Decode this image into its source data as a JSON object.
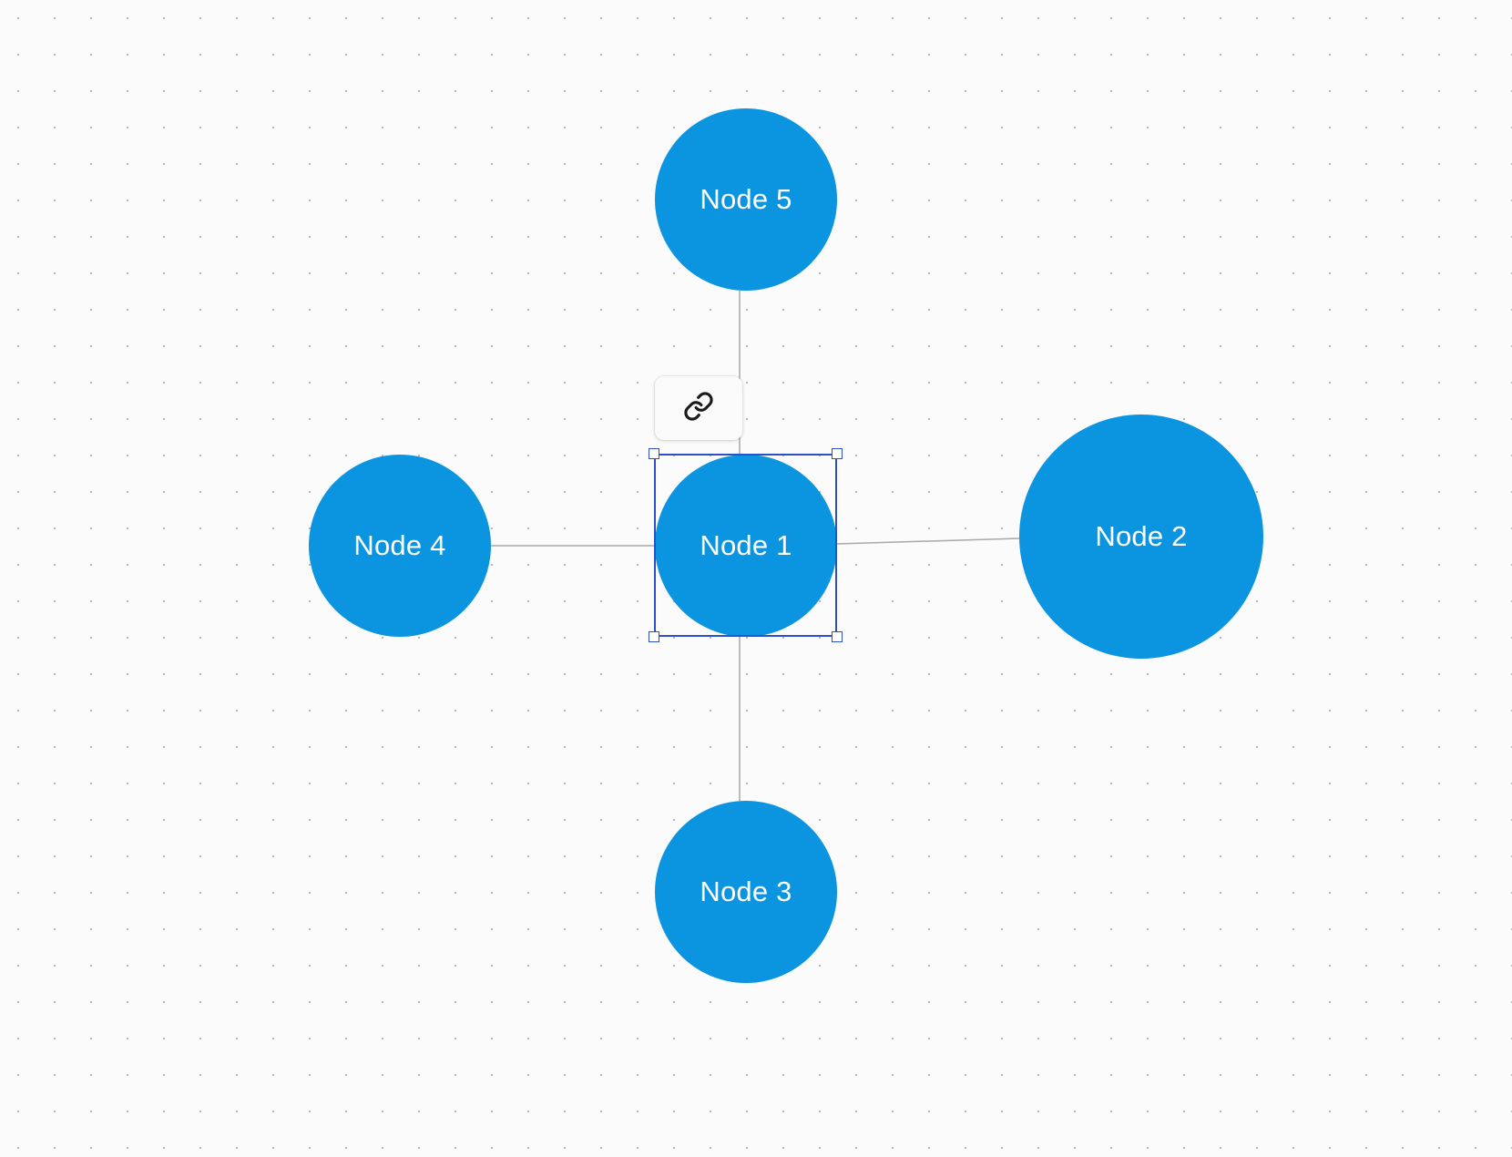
{
  "diagram": {
    "nodes": [
      {
        "id": "node-1",
        "label": "Node 1",
        "selected": true
      },
      {
        "id": "node-2",
        "label": "Node 2",
        "selected": false
      },
      {
        "id": "node-3",
        "label": "Node 3",
        "selected": false
      },
      {
        "id": "node-4",
        "label": "Node 4",
        "selected": false
      },
      {
        "id": "node-5",
        "label": "Node 5",
        "selected": false
      }
    ],
    "edges": [
      {
        "from": "Node 1",
        "to": "Node 5"
      },
      {
        "from": "Node 1",
        "to": "Node 2"
      },
      {
        "from": "Node 1",
        "to": "Node 3"
      },
      {
        "from": "Node 1",
        "to": "Node 4"
      }
    ],
    "colors": {
      "node_fill": "#0b95e0",
      "node_text": "#ffffff",
      "edge": "#a8a8a8",
      "selection": "#2d4fc9",
      "background": "#fbfbfb",
      "grid_dot": "#b9b9b9"
    }
  },
  "toolbar": {
    "link_icon": "link-icon"
  }
}
